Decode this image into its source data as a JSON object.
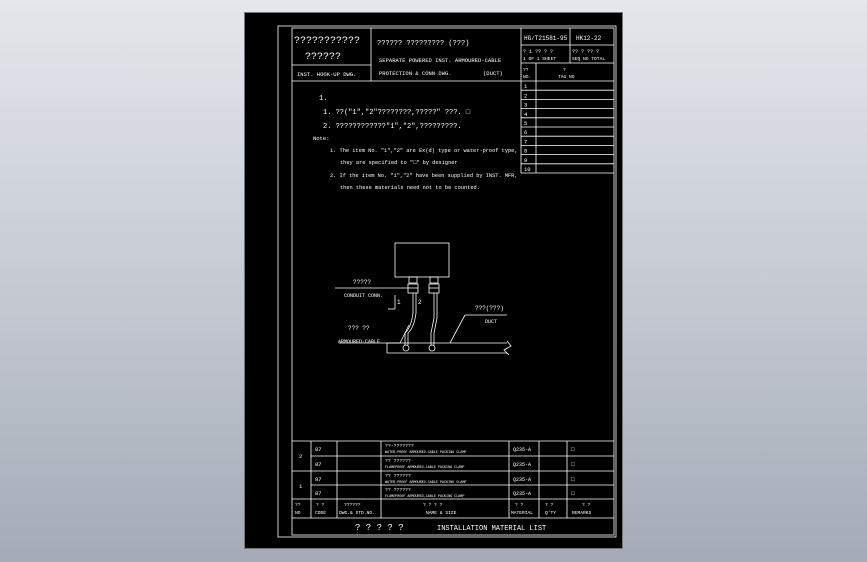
{
  "title_block": {
    "company_1": "???????????",
    "company_2": "??????",
    "dept": "INST. HOOK-UP DWG.",
    "title_cn": "??????   ?????????   (???)",
    "title_en_1": "SEPARATE POWERED INST. ARMOURED-CABLE",
    "title_en_2": "PROTECTION & CONN DWG.",
    "title_en_paren": "(DUCT)",
    "std_no": "HG/T21581-95",
    "dwg_no": "HK12-22",
    "sheet_cn": "? 1 ?? ? ?",
    "sheet_en": "1 OF 1 SHEET",
    "total_cn": "?? ? ?? ?",
    "total_en": "SEQ NO TOTAL"
  },
  "revision_table": {
    "col_no_cn": "??",
    "col_no_en": "NO.",
    "col_tag_cn": "?",
    "col_tag_en": "TAG NO",
    "rows": [
      "1",
      "2",
      "3",
      "4",
      "5",
      "6",
      "7",
      "8",
      "9",
      "10"
    ]
  },
  "notes": {
    "heading": "1.",
    "cn_1": "1. ??(\"1\",\"2\"????????,?????\" ???. □",
    "cn_2": "2. ????????????\"1\",\"2\",?????????.",
    "note_label": "Note:",
    "en_1a": "1. The item No. \"1\",\"2\" are Ex(d) type or water-proof type,",
    "en_1b": "they are specified to \"□\" by designer",
    "en_2a": "2. If the item No. \"1\",\"2\" have been supplied by INST. MFR,",
    "en_2b": "then these materials need not to be counted."
  },
  "drawing": {
    "label_conduit_cn": "?????",
    "label_conduit_en": "CONDUIT CONN.",
    "label_cable_cn": "??? ??",
    "label_cable_en": "ARMOURED-CABLE",
    "label_duct_cn": "???(???)",
    "label_duct_en": "DUCT",
    "item_1": "1",
    "item_2": "2"
  },
  "material_list": {
    "rows": [
      {
        "item": "2",
        "code": "87",
        "name_cn": "??-???????",
        "name_en": "WATER-PROOF ARMOURED-CABLE PACKING CLAMP",
        "material": "Q235-A",
        "qty": "□"
      },
      {
        "item": "",
        "code": "87",
        "name_cn": "?? ??????",
        "name_en": "FLAMEPROOF ARMOURED-CABLE PACKING CLAMP",
        "material": "Q235-A",
        "qty": "□"
      },
      {
        "item": "1",
        "code": "87",
        "name_cn": "?? ??????",
        "name_en": "WATER-PROOF ARMOURED-CABLE PACKING CLAMP",
        "material": "Q235-A",
        "qty": "□"
      },
      {
        "item": "",
        "code": "87",
        "name_cn": "?? ??????",
        "name_en": "FLAMEPROOF ARMOURED-CABLE PACKING CLAMP",
        "material": "Q235-A",
        "qty": "□"
      }
    ],
    "headers": {
      "no_cn": "??",
      "no_en": "NO",
      "code_cn": "? ?",
      "code_en": "CODE",
      "dwg_cn": "??????",
      "dwg_en": "DWG.& STD.NO.",
      "name_cn": "? ? ? ?",
      "name_en": "NAME & SIZE",
      "mat_cn": "? ?",
      "mat_en": "MATERIAL",
      "qty_cn": "? ?",
      "qty_en": "Q'TY",
      "rem_cn": "? ?",
      "rem_en": "REMARKS"
    },
    "footer_cn": "? ? ? ? ?",
    "footer_en": "INSTALLATION MATERIAL LIST"
  }
}
